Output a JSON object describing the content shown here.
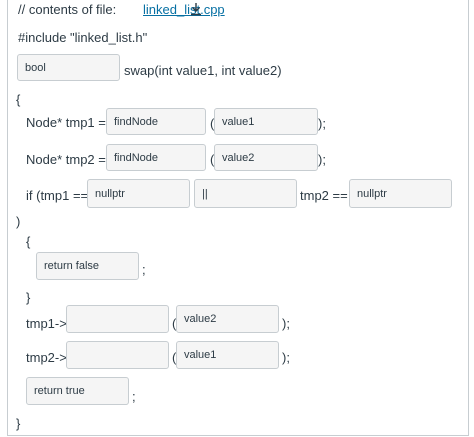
{
  "header": {
    "prefix": "// contents of file: ",
    "filename": "linked_list.cpp"
  },
  "code": {
    "include": "#include \"linked_list.h\"",
    "bool_blank": "bool",
    "swap_signature": "swap(int value1, int value2)",
    "open_brace": "{",
    "line_tmp1_decl": "Node* tmp1 =",
    "line_tmp2_decl": "Node* tmp2 =",
    "findnode_1": "findNode",
    "findnode_2": "findNode",
    "paren_open_1": "(",
    "paren_open_2": "(",
    "value1_a": "value1",
    "value2_a": "value2",
    "close_paren_semi_1": ");",
    "close_paren_semi_2": ");",
    "if_prefix": "if (tmp1 ==",
    "nullptr_1": "nullptr",
    "or_op": "||",
    "tmp2_eq": "tmp2 ==",
    "nullptr_2": "nullptr",
    "close_paren": ")",
    "inner_open": "{",
    "return_false": "return false",
    "semi_1": ";",
    "inner_close": "}",
    "tmp1_arrow": "tmp1->",
    "tmp2_arrow": "tmp2->",
    "paren_open_3": "(",
    "paren_open_4": "(",
    "value2_b": "value2",
    "value1_b": "value1",
    "close_paren_semi_3": ");",
    "close_paren_semi_4": ");",
    "return_true": "return true",
    "semi_2": ";",
    "close_brace": "}"
  },
  "blanks_empty": {
    "tmp1_member": "",
    "tmp2_member": ""
  },
  "colors": {
    "link": "#0770a3",
    "blank_bg": "#f5f5f5",
    "blank_border": "#c7cdd1",
    "text": "#2d3b45"
  }
}
